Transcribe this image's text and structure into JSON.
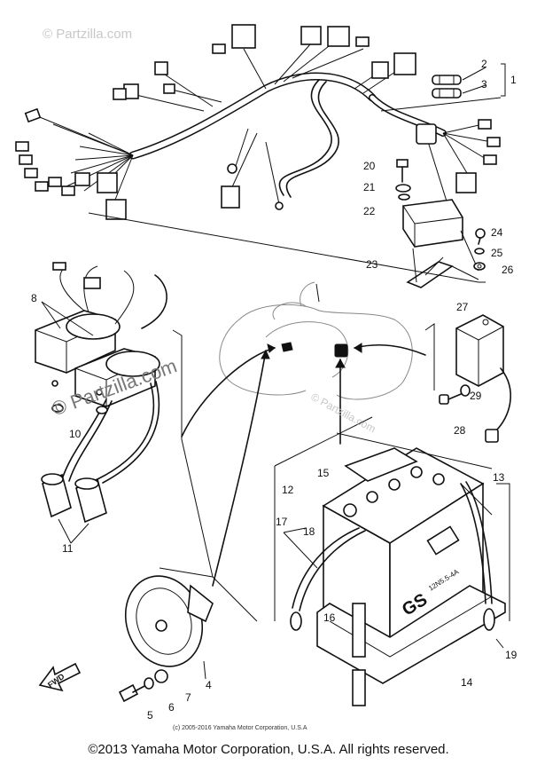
{
  "watermarks": {
    "top_left": "© Partzilla.com",
    "mid_left": "© Partzilla.com",
    "mid_right": "© Partzilla.com"
  },
  "callouts": [
    {
      "id": "1",
      "text": "1"
    },
    {
      "id": "2",
      "text": "2"
    },
    {
      "id": "3",
      "text": "3"
    },
    {
      "id": "4",
      "text": "4"
    },
    {
      "id": "5",
      "text": "5"
    },
    {
      "id": "6",
      "text": "6"
    },
    {
      "id": "7",
      "text": "7"
    },
    {
      "id": "8",
      "text": "8"
    },
    {
      "id": "10",
      "text": "10"
    },
    {
      "id": "11",
      "text": "11"
    },
    {
      "id": "12",
      "text": "12"
    },
    {
      "id": "13",
      "text": "13"
    },
    {
      "id": "14",
      "text": "14"
    },
    {
      "id": "15",
      "text": "15"
    },
    {
      "id": "16",
      "text": "16"
    },
    {
      "id": "17",
      "text": "17"
    },
    {
      "id": "18",
      "text": "18"
    },
    {
      "id": "19",
      "text": "19"
    },
    {
      "id": "20",
      "text": "20"
    },
    {
      "id": "21",
      "text": "21"
    },
    {
      "id": "22",
      "text": "22"
    },
    {
      "id": "23",
      "text": "23"
    },
    {
      "id": "24",
      "text": "24"
    },
    {
      "id": "25",
      "text": "25"
    },
    {
      "id": "26",
      "text": "26"
    },
    {
      "id": "27",
      "text": "27"
    },
    {
      "id": "28",
      "text": "28"
    },
    {
      "id": "29",
      "text": "29"
    }
  ],
  "battery_labels": {
    "brand": "GS",
    "model": "12N5.5-4A"
  },
  "fwd_marker": "FWD",
  "small_copyright": "(c) 2005-2016 Yamaha Motor Corporation, U.S.A",
  "footer_copyright": "©2013 Yamaha Motor Corporation, U.S.A. All rights reserved."
}
